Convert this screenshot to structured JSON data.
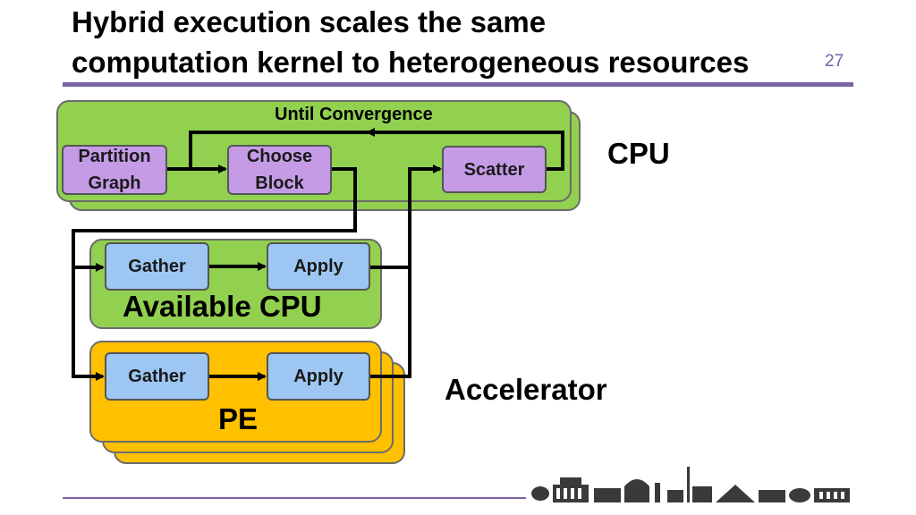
{
  "slide": {
    "title_line1": "Hybrid execution scales the same",
    "title_line2": "computation kernel to heterogeneous resources",
    "page_number": "27"
  },
  "diagram": {
    "loop_label": "Until Convergence",
    "cpu_nodes": {
      "partition": "Partition Graph",
      "choose": "Choose Block",
      "scatter": "Scatter"
    },
    "available_cpu": {
      "gather": "Gather",
      "apply": "Apply",
      "label": "Available CPU"
    },
    "pe": {
      "gather": "Gather",
      "apply": "Apply",
      "label": "PE"
    },
    "side_labels": {
      "cpu": "CPU",
      "accelerator": "Accelerator"
    }
  },
  "colors": {
    "purple_rule": "#7b64a6",
    "green": "#92d050",
    "orange": "#ffc000",
    "node_purple": "#c59be6",
    "node_blue": "#9dc7f2"
  },
  "icons": [
    "university-skyline-logo"
  ]
}
